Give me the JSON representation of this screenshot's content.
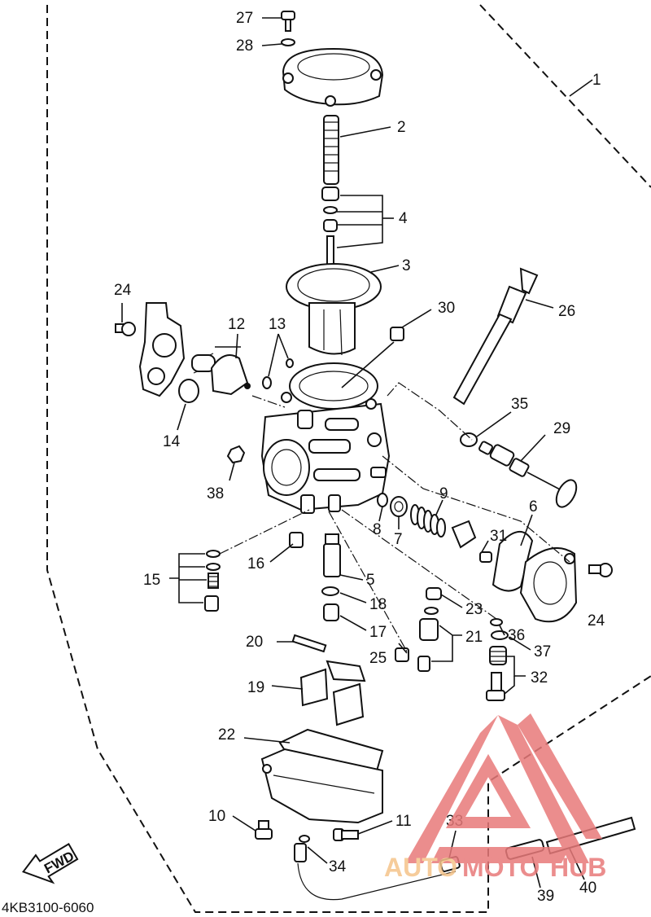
{
  "diagram": {
    "code": "4KB3100-6060",
    "fwd_label": "FWD",
    "callouts": [
      "1",
      "2",
      "3",
      "4",
      "5",
      "6",
      "7",
      "8",
      "9",
      "10",
      "11",
      "12",
      "13",
      "14",
      "15",
      "16",
      "17",
      "18",
      "19",
      "20",
      "21",
      "22",
      "23",
      "24",
      "25",
      "26",
      "27",
      "28",
      "29",
      "30",
      "31",
      "32",
      "33",
      "34",
      "35",
      "36",
      "37",
      "38",
      "39",
      "40"
    ],
    "watermark": {
      "text_left": "AUTO",
      "text_mid": "MOTO",
      "text_right": "HUB"
    },
    "colors": {
      "ink": "#111111",
      "watermark_red": "#e87a7a",
      "watermark_orange": "#f5c48a",
      "background": "#ffffff"
    }
  }
}
